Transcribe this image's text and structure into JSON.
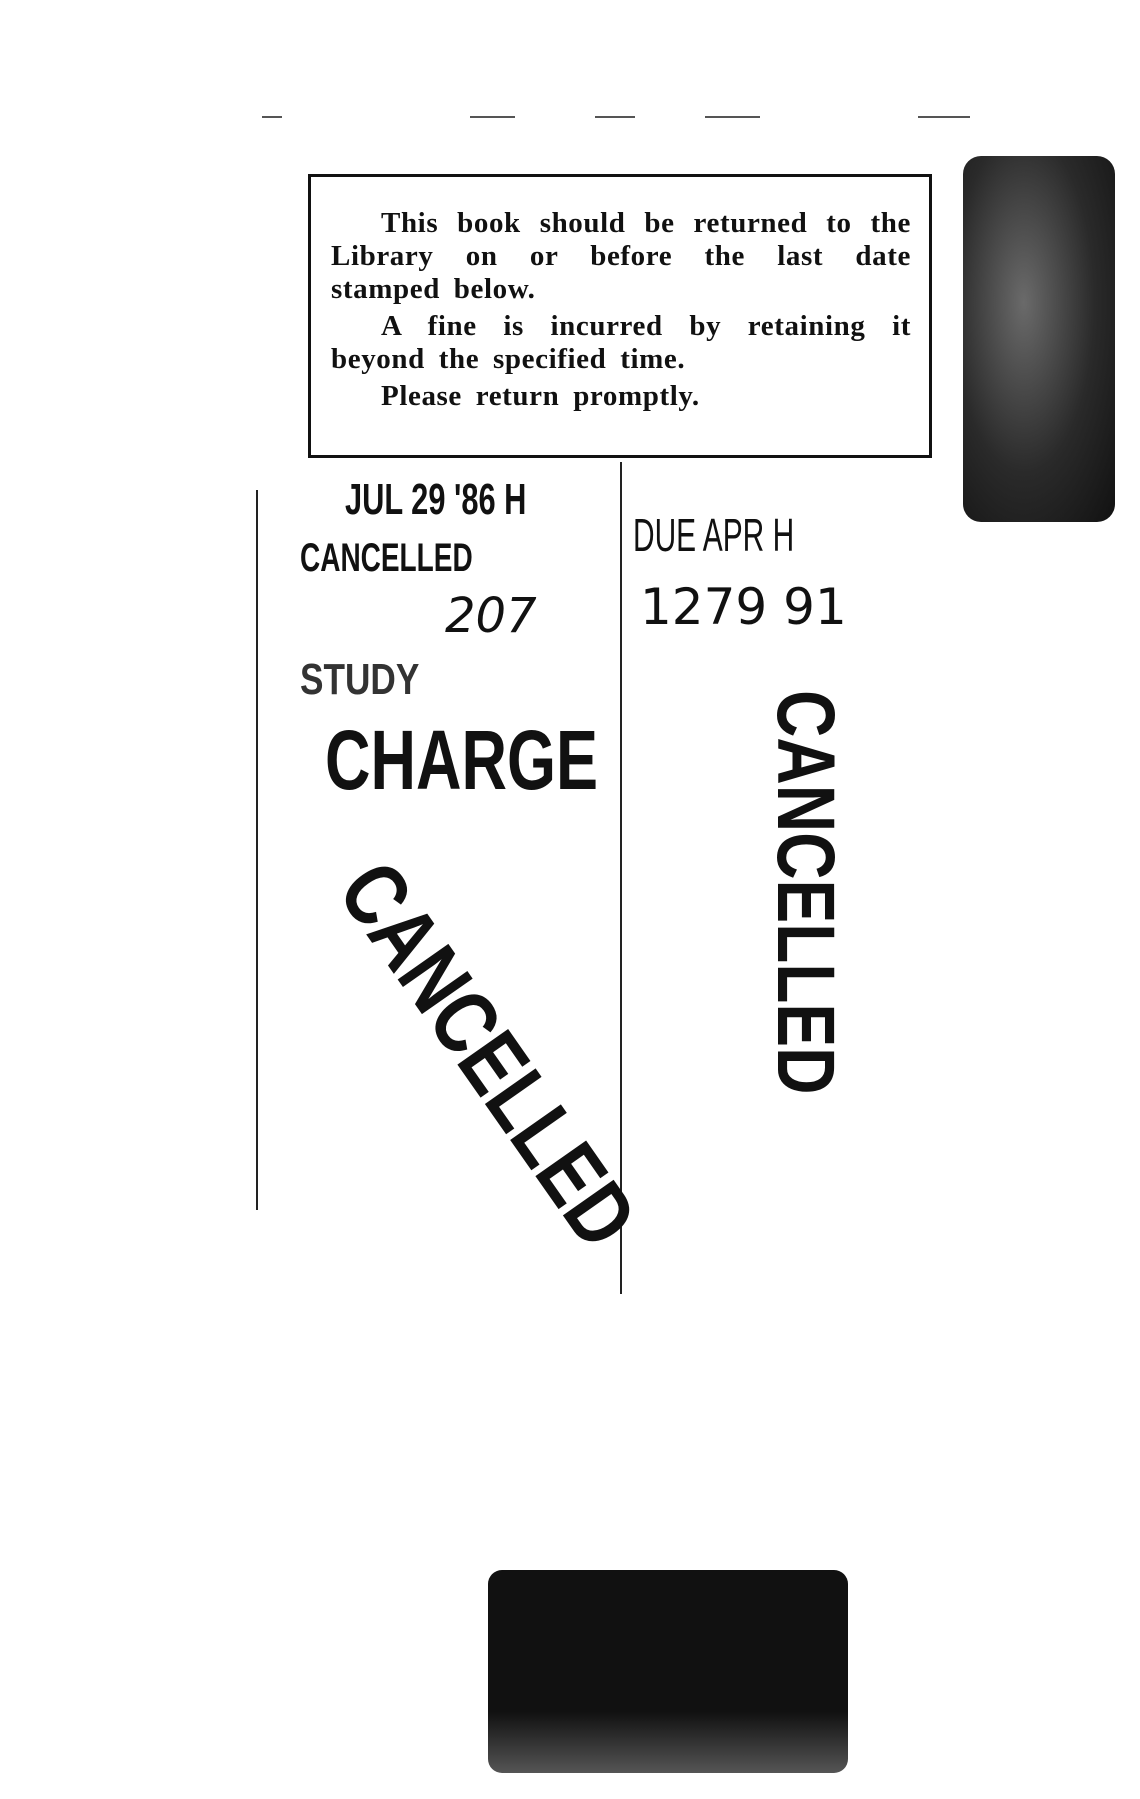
{
  "notice": {
    "line1": "This book should be returned to the Library on or before the last date stamped below.",
    "line2": "A fine is incurred by retaining it beyond the specified time.",
    "line3": "Please return promptly."
  },
  "stamps": {
    "date_left": "JUL 29 '86 H",
    "handwritten_left": "207",
    "study": "STUDY",
    "charge": "CHARGE",
    "cancelled_diagonal": "CANCELLED",
    "cancelled_small": "CANCELLED",
    "due_right": "DUE APR  H",
    "handwritten_right": "1279    91",
    "cancelled_vertical": "CANCELLED"
  }
}
